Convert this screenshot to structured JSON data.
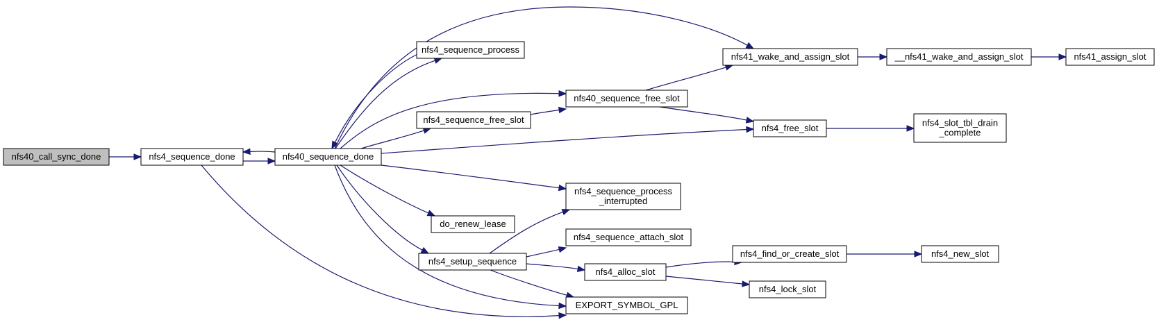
{
  "colors": {
    "node_fill": "#ffffff",
    "root_fill": "#bfbfbf",
    "node_stroke": "#000000",
    "edge": "#191970"
  },
  "nodes": [
    {
      "id": "nfs40_call_sync_done",
      "lines": [
        "nfs40_call_sync_done"
      ],
      "root": true
    },
    {
      "id": "nfs4_sequence_done",
      "lines": [
        "nfs4_sequence_done"
      ]
    },
    {
      "id": "nfs40_sequence_done",
      "lines": [
        "nfs40_sequence_done"
      ]
    },
    {
      "id": "nfs4_sequence_process",
      "lines": [
        "nfs4_sequence_process"
      ]
    },
    {
      "id": "nfs4_sequence_free_slot",
      "lines": [
        "nfs4_sequence_free_slot"
      ]
    },
    {
      "id": "do_renew_lease",
      "lines": [
        "do_renew_lease"
      ]
    },
    {
      "id": "nfs4_setup_sequence",
      "lines": [
        "nfs4_setup_sequence"
      ]
    },
    {
      "id": "nfs40_sequence_free_slot",
      "lines": [
        "nfs40_sequence_free_slot"
      ]
    },
    {
      "id": "nfs4_sequence_process_interrupted",
      "lines": [
        "nfs4_sequence_process",
        "_interrupted"
      ]
    },
    {
      "id": "nfs4_sequence_attach_slot",
      "lines": [
        "nfs4_sequence_attach_slot"
      ]
    },
    {
      "id": "nfs4_alloc_slot",
      "lines": [
        "nfs4_alloc_slot"
      ]
    },
    {
      "id": "EXPORT_SYMBOL_GPL",
      "lines": [
        "EXPORT_SYMBOL_GPL"
      ]
    },
    {
      "id": "nfs41_wake_and_assign_slot",
      "lines": [
        "nfs41_wake_and_assign_slot"
      ]
    },
    {
      "id": "nfs4_free_slot",
      "lines": [
        "nfs4_free_slot"
      ]
    },
    {
      "id": "nfs4_find_or_create_slot",
      "lines": [
        "nfs4_find_or_create_slot"
      ]
    },
    {
      "id": "nfs4_lock_slot",
      "lines": [
        "nfs4_lock_slot"
      ]
    },
    {
      "id": "__nfs41_wake_and_assign_slot",
      "lines": [
        "__nfs41_wake_and_assign_slot"
      ]
    },
    {
      "id": "nfs4_slot_tbl_drain_complete",
      "lines": [
        "nfs4_slot_tbl_drain",
        "_complete"
      ]
    },
    {
      "id": "nfs4_new_slot",
      "lines": [
        "nfs4_new_slot"
      ]
    },
    {
      "id": "nfs41_assign_slot",
      "lines": [
        "nfs41_assign_slot"
      ]
    }
  ],
  "edges": [
    [
      "nfs40_call_sync_done",
      "nfs4_sequence_done"
    ],
    [
      "nfs4_sequence_done",
      "nfs40_sequence_done"
    ],
    [
      "nfs40_sequence_done",
      "nfs4_sequence_done"
    ],
    [
      "nfs4_sequence_done",
      "EXPORT_SYMBOL_GPL"
    ],
    [
      "nfs40_sequence_done",
      "nfs4_sequence_process"
    ],
    [
      "nfs4_sequence_process",
      "nfs40_sequence_done"
    ],
    [
      "nfs40_sequence_done",
      "nfs41_wake_and_assign_slot"
    ],
    [
      "nfs40_sequence_done",
      "nfs40_sequence_free_slot"
    ],
    [
      "nfs40_sequence_done",
      "nfs4_sequence_free_slot"
    ],
    [
      "nfs40_sequence_done",
      "nfs4_free_slot"
    ],
    [
      "nfs40_sequence_done",
      "nfs4_sequence_process_interrupted"
    ],
    [
      "nfs40_sequence_done",
      "do_renew_lease"
    ],
    [
      "nfs40_sequence_done",
      "nfs4_setup_sequence"
    ],
    [
      "nfs40_sequence_done",
      "EXPORT_SYMBOL_GPL"
    ],
    [
      "nfs4_sequence_free_slot",
      "nfs40_sequence_free_slot"
    ],
    [
      "nfs40_sequence_free_slot",
      "nfs41_wake_and_assign_slot"
    ],
    [
      "nfs40_sequence_free_slot",
      "nfs4_free_slot"
    ],
    [
      "nfs4_setup_sequence",
      "nfs4_sequence_process_interrupted"
    ],
    [
      "nfs4_setup_sequence",
      "nfs4_sequence_attach_slot"
    ],
    [
      "nfs4_setup_sequence",
      "nfs4_alloc_slot"
    ],
    [
      "nfs4_setup_sequence",
      "EXPORT_SYMBOL_GPL"
    ],
    [
      "nfs4_alloc_slot",
      "nfs4_find_or_create_slot"
    ],
    [
      "nfs4_alloc_slot",
      "nfs4_lock_slot"
    ],
    [
      "nfs41_wake_and_assign_slot",
      "__nfs41_wake_and_assign_slot"
    ],
    [
      "__nfs41_wake_and_assign_slot",
      "nfs41_assign_slot"
    ],
    [
      "nfs4_free_slot",
      "nfs4_slot_tbl_drain_complete"
    ],
    [
      "nfs4_find_or_create_slot",
      "nfs4_new_slot"
    ]
  ]
}
